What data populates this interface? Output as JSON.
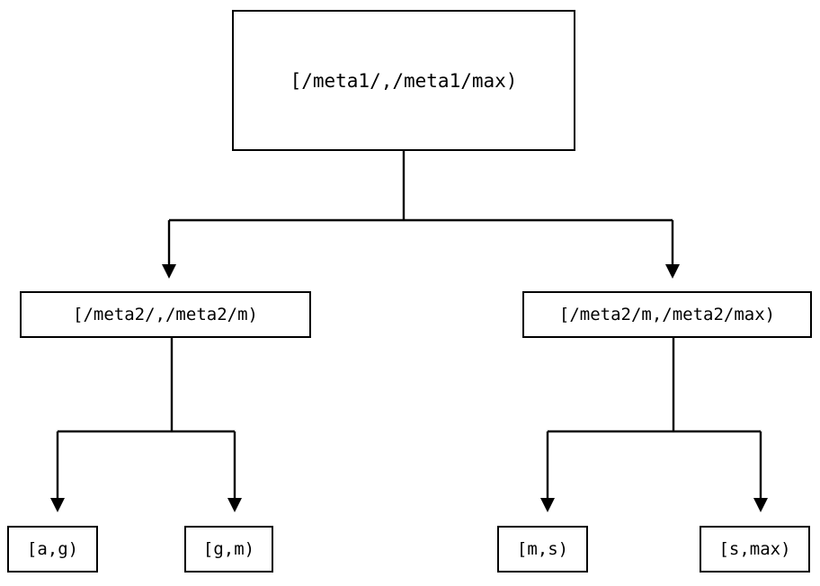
{
  "diagram": {
    "type": "tree",
    "title": "",
    "background_color": "#ffffff",
    "stroke_color": "#000000",
    "text_color": "#000000",
    "nodes": {
      "root": {
        "label": "[/meta1/,/meta1/max)"
      },
      "mid_left": {
        "label": "[/meta2/,/meta2/m)"
      },
      "mid_right": {
        "label": "[/meta2/m,/meta2/max)"
      },
      "leaf_ag": {
        "label": "[a,g)"
      },
      "leaf_gm": {
        "label": "[g,m)"
      },
      "leaf_ms": {
        "label": "[m,s)"
      },
      "leaf_smax": {
        "label": "[s,max)"
      }
    },
    "edges": [
      {
        "from": "root",
        "to": "mid_left",
        "arrow": "triangle-down"
      },
      {
        "from": "root",
        "to": "mid_right",
        "arrow": "triangle-down"
      },
      {
        "from": "mid_left",
        "to": "leaf_ag",
        "arrow": "triangle-down"
      },
      {
        "from": "mid_left",
        "to": "leaf_gm",
        "arrow": "triangle-down"
      },
      {
        "from": "mid_right",
        "to": "leaf_ms",
        "arrow": "triangle-down"
      },
      {
        "from": "mid_right",
        "to": "leaf_smax",
        "arrow": "triangle-down"
      }
    ]
  }
}
